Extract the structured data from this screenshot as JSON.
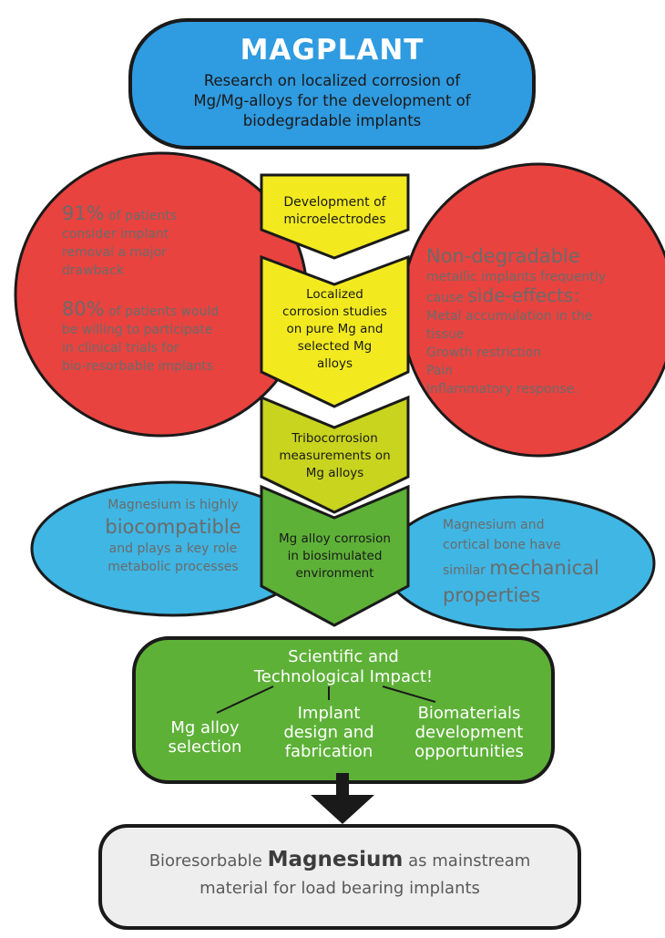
{
  "header": {
    "title": "MAGPLANT",
    "lines": [
      "Research on localized corrosion of",
      "Mg/Mg-alloys for the development of",
      "biodegradable implants"
    ]
  },
  "steps": [
    {
      "lines": [
        "Development of",
        "microelectrodes"
      ]
    },
    {
      "lines": [
        "Localized",
        "corrosion studies",
        "on pure Mg and",
        "selected Mg",
        "alloys"
      ]
    },
    {
      "lines": [
        "Tribocorrosion",
        "measurements on",
        "Mg alloys"
      ]
    },
    {
      "lines": [
        "Mg alloy corrosion",
        "in biosimulated",
        "environment"
      ]
    }
  ],
  "left_red": {
    "stat1_big": "91%",
    "stat1_lines": [
      "of patients",
      "consider implant",
      "removal a major",
      "drawback"
    ],
    "stat2_big": "80%",
    "stat2_lines": [
      "of patients would",
      "be willing to participate",
      "in clinical trials for",
      "bio-resorbable implants"
    ]
  },
  "right_red": {
    "big1": "Non-degradable",
    "line2": "metallic implants frequently",
    "line3_prefix": "cause",
    "big2": "side-effects:",
    "items": [
      "Metal accumulation in the",
      "tissue",
      "Growth restriction",
      "Pain",
      "Inflammatory response."
    ]
  },
  "left_blue": {
    "line1": "Magnesium is highly",
    "big": "biocompatible",
    "lines": [
      "and plays a key role",
      "metabolic processes"
    ]
  },
  "right_blue": {
    "lines": [
      "Magnesium and",
      "cortical bone have"
    ],
    "prefix": "similar",
    "big1": "mechanical",
    "big2": "properties"
  },
  "impact": {
    "title_lines": [
      "Scientific and",
      "Technological Impact!"
    ],
    "branches": [
      {
        "lines": [
          "Mg alloy",
          "selection"
        ]
      },
      {
        "lines": [
          "Implant",
          "design and",
          "fabrication"
        ]
      },
      {
        "lines": [
          "Biomaterials",
          "development",
          "opportunities"
        ]
      }
    ]
  },
  "conclusion": {
    "prefix": "Bioresorbable",
    "bold": "Magnesium",
    "suffix": "as mainstream",
    "line2": "material for load bearing implants"
  },
  "colors": {
    "header_blue": "#2f9be0",
    "red": "#e8433f",
    "light_blue": "#3fb6e4",
    "yellow": "#f2ea1f",
    "yellow_green": "#c8d41d",
    "green": "#5db137",
    "light_grey": "#eeeeee"
  }
}
